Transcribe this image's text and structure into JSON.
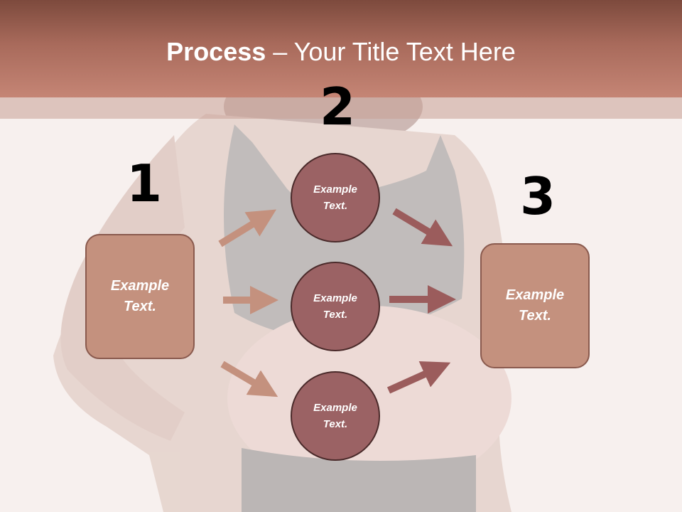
{
  "title": {
    "bold": "Process",
    "rest": " – Your Title Text Here"
  },
  "steps": [
    {
      "number": "1",
      "text": "Example Text."
    },
    {
      "number": "2"
    },
    {
      "number": "3",
      "text": "Example Text."
    }
  ],
  "circles": [
    {
      "text": "Example Text."
    },
    {
      "text": "Example Text."
    },
    {
      "text": "Example Text."
    }
  ],
  "colors": {
    "header": "#a86a5b",
    "box_fill": "#c4917e",
    "circle_fill": "#9b6264",
    "arrow_light": "#c4917e",
    "arrow_dark": "#9b5c5c"
  }
}
